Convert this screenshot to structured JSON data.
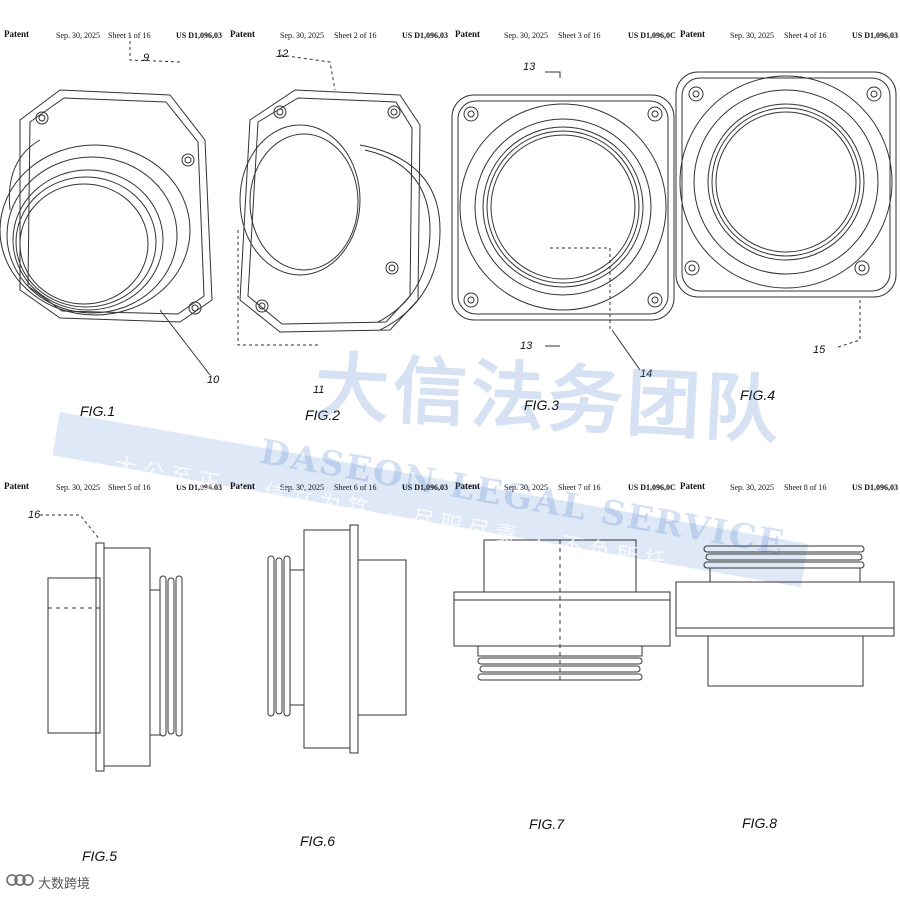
{
  "sheets": [
    {
      "patent": "Patent",
      "date": "Sep. 30, 2025",
      "sheet": "Sheet 1 of 16",
      "number": "US D1,096,03"
    },
    {
      "patent": "Patent",
      "date": "Sep. 30, 2025",
      "sheet": "Sheet 2 of 16",
      "number": "US D1,096,03"
    },
    {
      "patent": "Patent",
      "date": "Sep. 30, 2025",
      "sheet": "Sheet 3 of 16",
      "number": "US D1,096,0C"
    },
    {
      "patent": "Patent",
      "date": "Sep. 30, 2025",
      "sheet": "Sheet 4 of 16",
      "number": "US D1,096,03"
    },
    {
      "patent": "Patent",
      "date": "Sep. 30, 2025",
      "sheet": "Sheet 5 of 16",
      "number": "US D1,096,03"
    },
    {
      "patent": "Patent",
      "date": "Sep. 30, 2025",
      "sheet": "Sheet 6 of 16",
      "number": "US D1,096,03"
    },
    {
      "patent": "Patent",
      "date": "Sep. 30, 2025",
      "sheet": "Sheet 7 of 16",
      "number": "US D1,096,0C"
    },
    {
      "patent": "Patent",
      "date": "Sep. 30, 2025",
      "sheet": "Sheet 8 of 16",
      "number": "US D1,096,03"
    }
  ],
  "figures": [
    "FIG.1",
    "FIG.2",
    "FIG.3",
    "FIG.4",
    "FIG.5",
    "FIG.6",
    "FIG.7",
    "FIG.8"
  ],
  "refs": {
    "r9": "9",
    "r10": "10",
    "r11": "11",
    "r12": "12",
    "r13a": "13",
    "r13b": "13",
    "r14": "14",
    "r15": "15",
    "r16": "16"
  },
  "watermark": {
    "name_cn": "大信法务团队",
    "name_en": "DASEON LEGAL SERVICE",
    "slogan": "大公至正 · 信立为笃 · 尽职尽责 · 不负所托"
  },
  "corner_logo": "大数跨境",
  "colors": {
    "line": "#333333",
    "watermark": "#4678c8"
  }
}
